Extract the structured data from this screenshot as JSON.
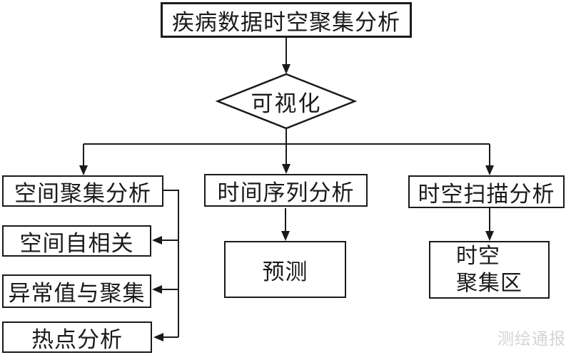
{
  "diagram": {
    "root": {
      "label": "疾病数据时空聚集分析"
    },
    "decision": {
      "label": "可视化"
    },
    "branches": {
      "spatial": {
        "label": "空间聚集分析",
        "children": [
          {
            "label": "空间自相关"
          },
          {
            "label": "异常值与聚集"
          },
          {
            "label": "热点分析"
          }
        ]
      },
      "temporal": {
        "label": "时间序列分析",
        "child": {
          "label": "预测"
        }
      },
      "spatiotemporal": {
        "label": "时空扫描分析",
        "child": {
          "label_line1": "时空",
          "label_line2": "聚集区"
        }
      }
    },
    "watermark": "测绘通报",
    "colors": {
      "line": "#1a1a1a",
      "box_border": "#1a1a1a",
      "text": "#1a1a1a",
      "background": "#ffffff",
      "watermark": "#d5d5d2"
    }
  }
}
